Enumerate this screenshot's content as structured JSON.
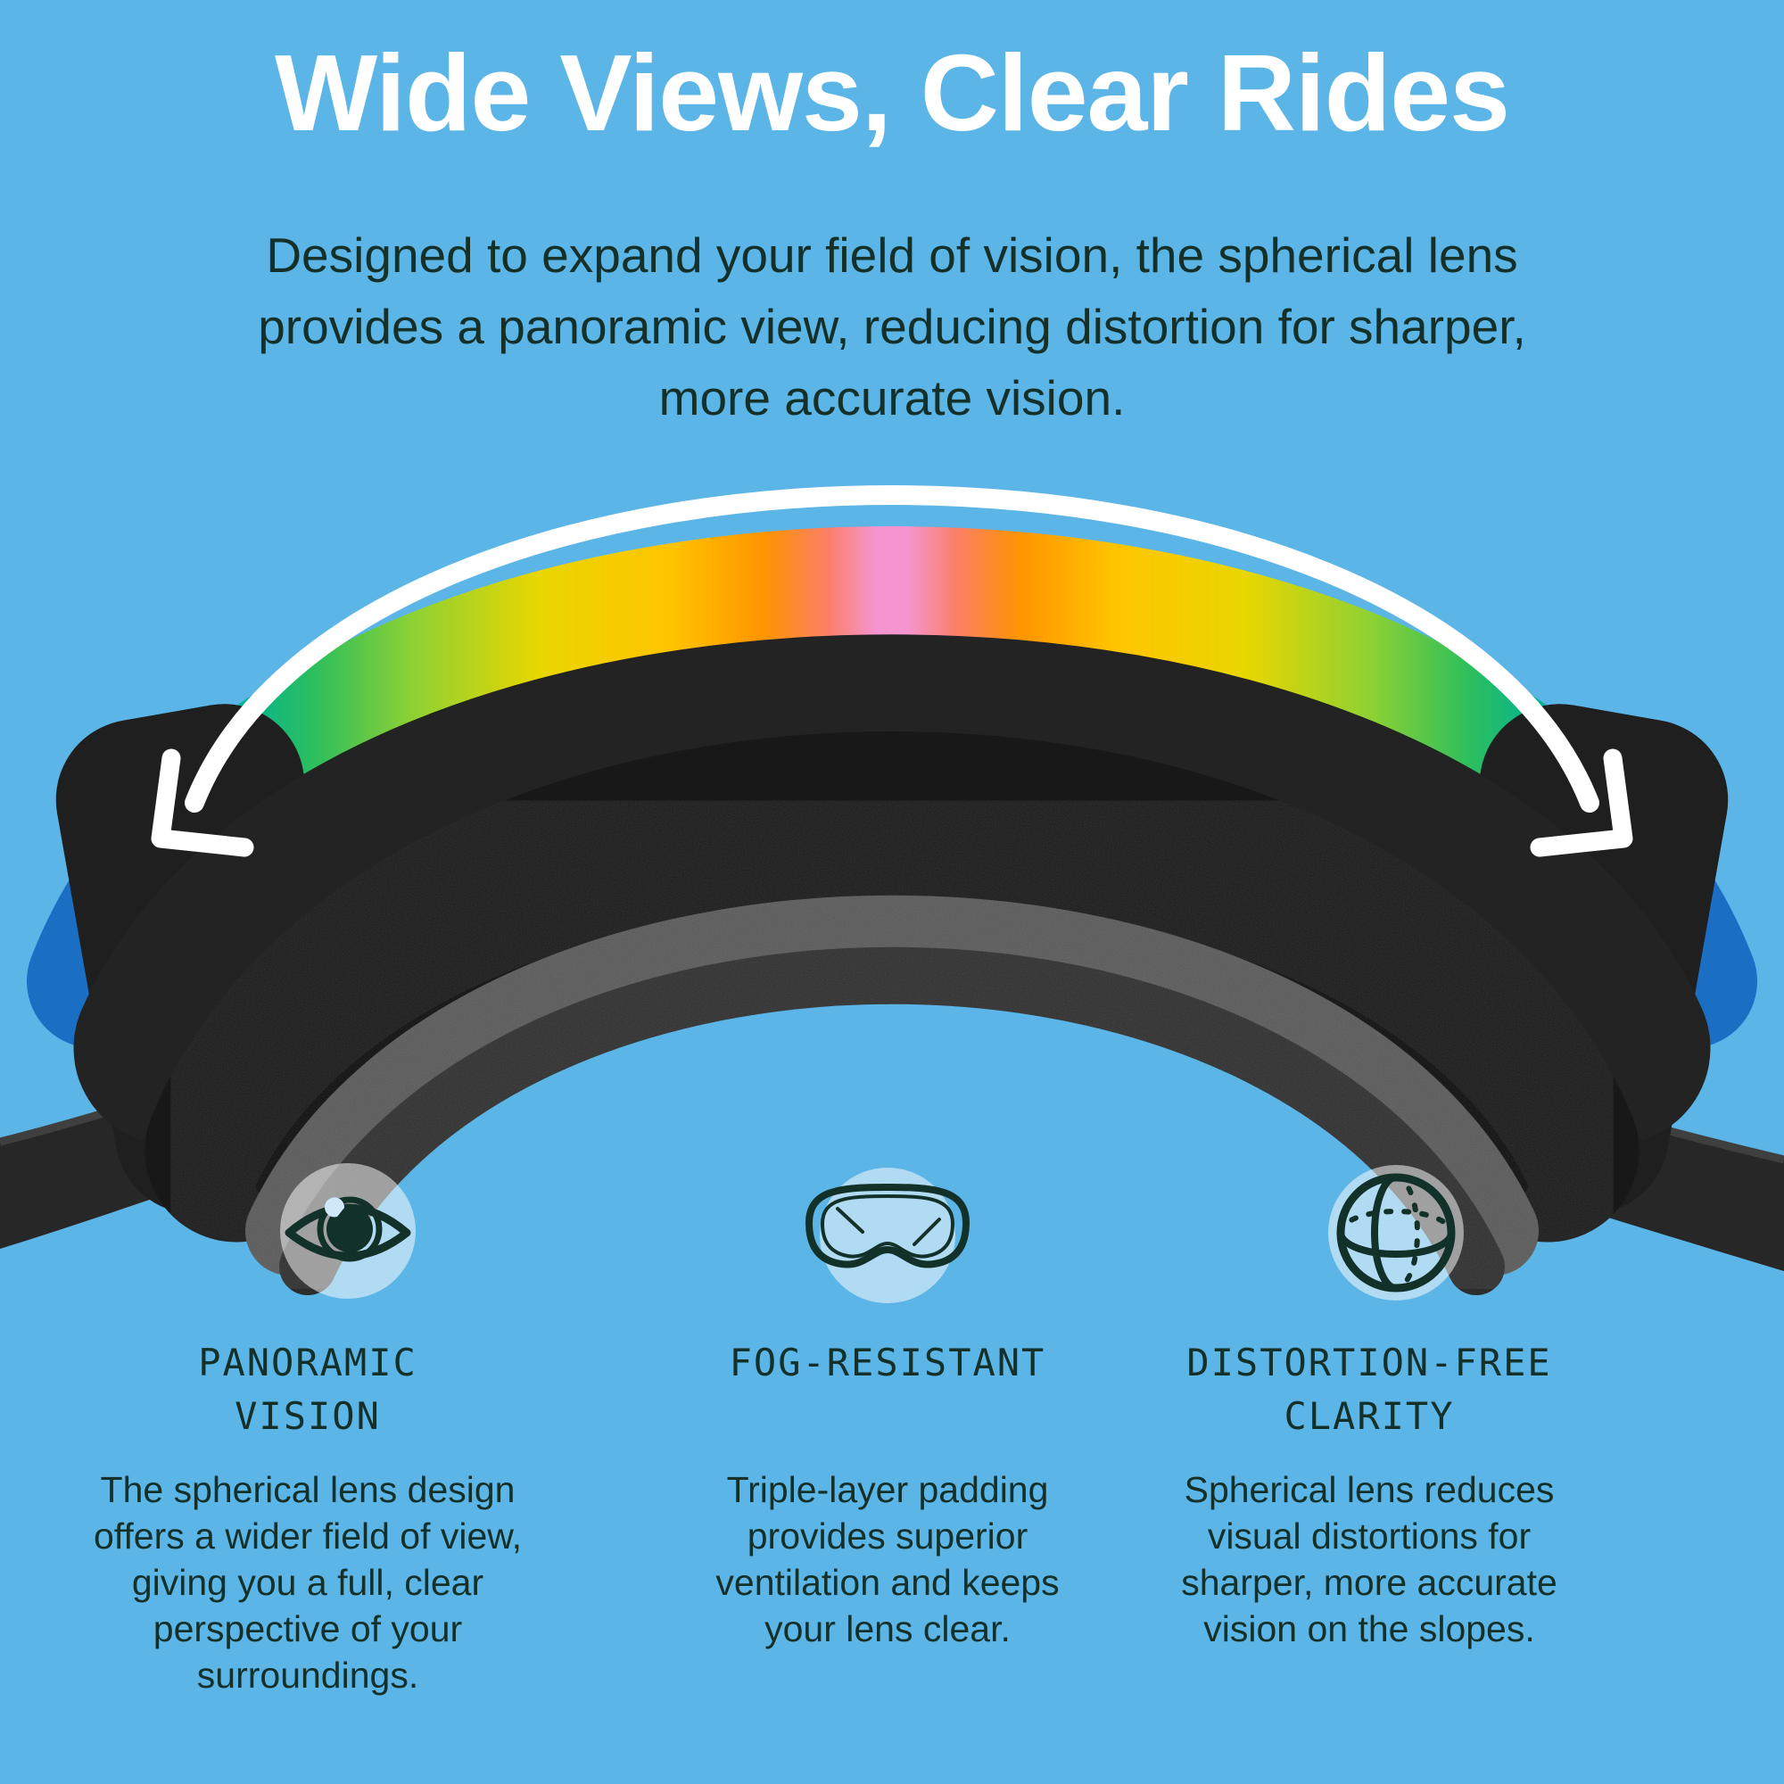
{
  "header": {
    "title": "Wide Views, Clear Rides",
    "subtitle": "Designed to expand your field of vision, the spherical lens\nprovides a panoramic view, reducing distortion for sharper,\nmore accurate vision."
  },
  "graphic": {
    "subject": "ski-goggles-top-view-with-rainbow-spherical-lens",
    "lens_gradient": [
      {
        "o": "0%",
        "c": "#1a6fc4"
      },
      {
        "o": "5%",
        "c": "#0c9dc2"
      },
      {
        "o": "9%",
        "c": "#00b295"
      },
      {
        "o": "14%",
        "c": "#2fbf5b"
      },
      {
        "o": "20%",
        "c": "#8ed133"
      },
      {
        "o": "28%",
        "c": "#ead600"
      },
      {
        "o": "36%",
        "c": "#ffc400"
      },
      {
        "o": "42%",
        "c": "#ff9500"
      },
      {
        "o": "46%",
        "c": "#fb7f68"
      },
      {
        "o": "49%",
        "c": "#f495cf"
      },
      {
        "o": "51%",
        "c": "#f495cf"
      },
      {
        "o": "54%",
        "c": "#fb7f68"
      },
      {
        "o": "58%",
        "c": "#ff9500"
      },
      {
        "o": "64%",
        "c": "#ffc400"
      },
      {
        "o": "72%",
        "c": "#ead600"
      },
      {
        "o": "80%",
        "c": "#8ed133"
      },
      {
        "o": "86%",
        "c": "#2fbf5b"
      },
      {
        "o": "91%",
        "c": "#00b295"
      },
      {
        "o": "95%",
        "c": "#0c9dc2"
      },
      {
        "o": "100%",
        "c": "#1a6fc4"
      }
    ]
  },
  "features": [
    {
      "icon": "eye-icon",
      "title": "PANORAMIC\nVISION",
      "description": "The spherical lens design\noffers a wider field of view,\ngiving you a full, clear\nperspective of your\nsurroundings."
    },
    {
      "icon": "goggles-icon",
      "title": "FOG-RESISTANT",
      "description": "Triple-layer padding\nprovides superior\nventilation and keeps\nyour lens clear."
    },
    {
      "icon": "sphere-icon",
      "title": "DISTORTION-FREE\nCLARITY",
      "description": "Spherical lens reduces\nvisual distortions for\nsharper, more accurate\nvision on the slopes."
    }
  ],
  "colors": {
    "bg": "#5cb5e7",
    "ink": "#143029",
    "white": "#ffffff",
    "icon_ink": "#123128",
    "frame_black": "#232323",
    "foam_black": "#181818",
    "foam_gray": "#575757",
    "foam_inner": "#2d2d2d",
    "strap": "#272727",
    "icon_circle": "#ffffff"
  }
}
